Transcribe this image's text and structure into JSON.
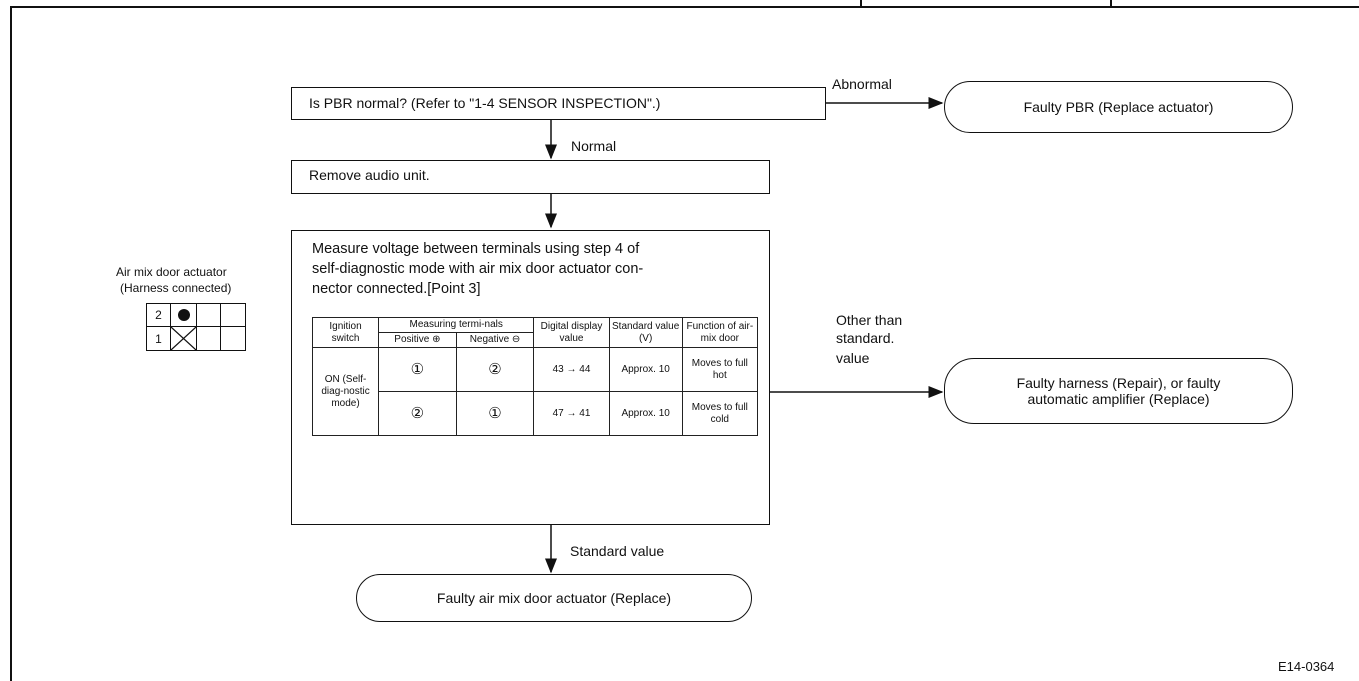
{
  "boxes": {
    "pbr_question": "Is PBR normal? (Refer to \"1-4 SENSOR INSPECTION\".)",
    "remove_audio": "Remove audio unit.",
    "measure_line1": "Measure voltage between terminals using step 4 of",
    "measure_line2": "self-diagnostic mode with air mix door actuator con-",
    "measure_line3": "nector connected.[Point 3]"
  },
  "results": {
    "faulty_pbr": "Faulty PBR (Replace actuator)",
    "faulty_harness_line1": "Faulty harness (Repair), or faulty",
    "faulty_harness_line2": "automatic amplifier (Replace)",
    "faulty_actuator": "Faulty air mix door actuator (Replace)"
  },
  "branches": {
    "abnormal": "Abnormal",
    "normal": "Normal",
    "other_line1": "Other than",
    "other_line2": "standard.",
    "other_line3": "value",
    "standard_value": "Standard value"
  },
  "connector": {
    "title_line1": "Air mix door actuator",
    "title_line2": "(Harness connected)",
    "pin_top": "2",
    "pin_bottom": "1"
  },
  "table": {
    "h_ignition": "Ignition switch",
    "h_measuring": "Measuring termi-nals",
    "h_positive": "Positive ⊕",
    "h_negative": "Negative ⊖",
    "h_digital": "Digital display value",
    "h_standard": "Standard value (V)",
    "h_function": "Function of air-mix door",
    "ignition_value": "ON (Self-diag-nostic mode)",
    "rows": [
      {
        "positive": "①",
        "negative": "②",
        "digital": "43 → 44",
        "standard": "Approx. 10",
        "function": "Moves to full hot"
      },
      {
        "positive": "②",
        "negative": "①",
        "digital": "47 → 41",
        "standard": "Approx. 10",
        "function": "Moves to full cold"
      }
    ]
  },
  "figure_code": "E14-0364"
}
